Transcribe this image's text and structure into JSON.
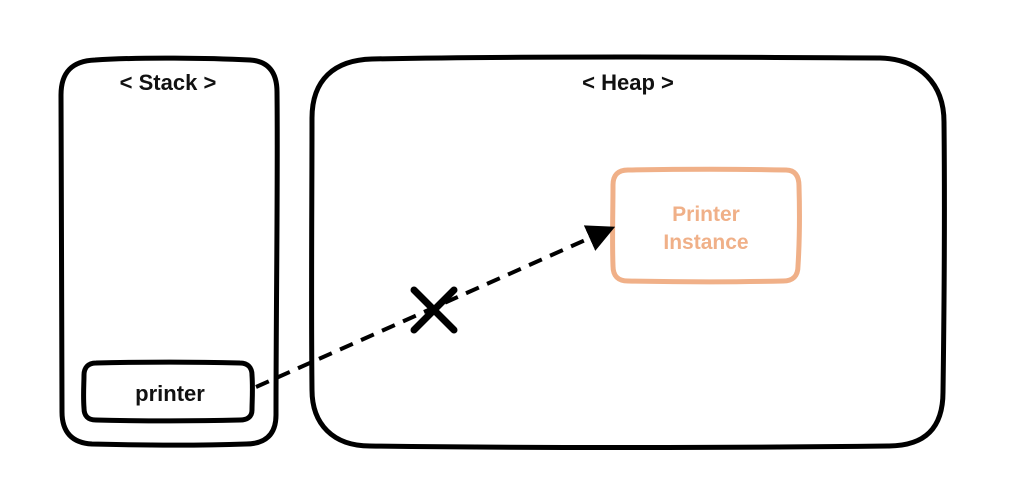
{
  "stack": {
    "title": "< Stack >",
    "variable": "printer"
  },
  "heap": {
    "title": "< Heap >",
    "instance_line1": "Printer",
    "instance_line2": "Instance"
  },
  "colors": {
    "outline": "#000000",
    "instance": "#f0b088",
    "reference": "#000000"
  }
}
